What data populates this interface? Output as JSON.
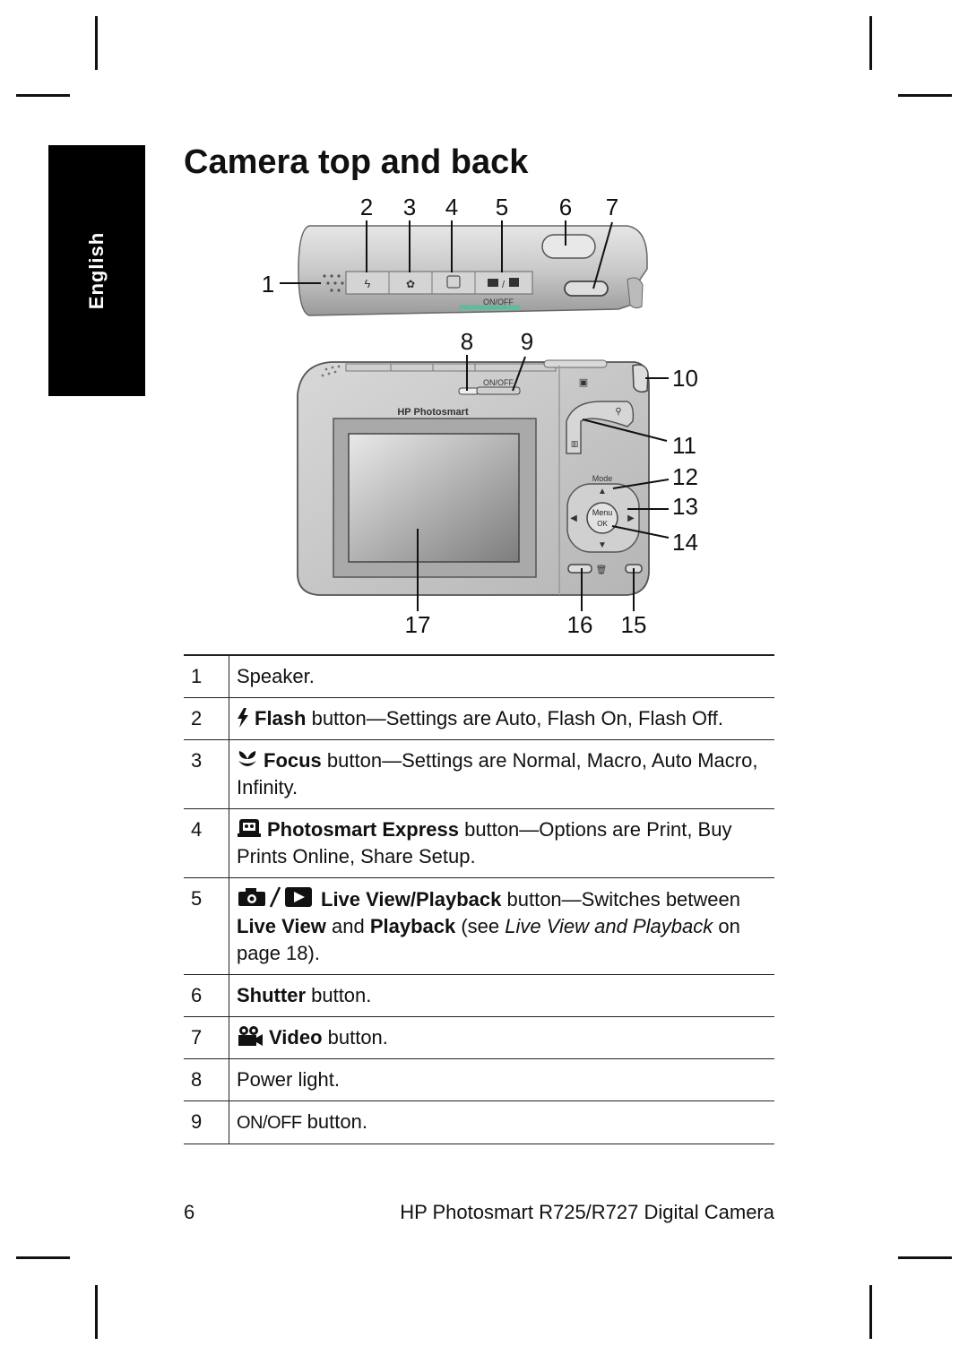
{
  "tab_label": "English",
  "title": "Camera top and back",
  "figure": {
    "callouts_top": [
      "2",
      "3",
      "4",
      "5",
      "6",
      "7"
    ],
    "callout_1": "1",
    "callouts_mid": [
      "8",
      "9"
    ],
    "callout_10": "10",
    "callouts_right": [
      "11",
      "12",
      "13",
      "14"
    ],
    "callouts_bottom": [
      "17",
      "16",
      "15"
    ],
    "print_onoff": "ON/OFF",
    "print_brand": "HP Photosmart",
    "print_mode": "Mode",
    "print_menu": "Menu",
    "print_ok": "OK"
  },
  "legend": [
    {
      "num": "1",
      "text": "Speaker."
    },
    {
      "num": "2",
      "bold": "Flash",
      "text": " button—Settings are Auto, Flash On, Flash Off."
    },
    {
      "num": "3",
      "bold": "Focus",
      "text": " button—Settings are Normal, Macro, Auto Macro, Infinity."
    },
    {
      "num": "4",
      "bold": "Photosmart Express",
      "text": " button—Options are Print, Buy Prints Online, Share Setup."
    },
    {
      "num": "5",
      "bold": "Live View/Playback",
      "text": " button—Switches between ",
      "bold2": "Live View",
      "text2": " and ",
      "bold3": "Playback",
      "text3": " (see ",
      "italic": "Live View and Playback",
      "text4": " on page 18)."
    },
    {
      "num": "6",
      "bold": "Shutter",
      "text": " button."
    },
    {
      "num": "7",
      "bold": "Video",
      "text": " button."
    },
    {
      "num": "8",
      "text": "Power light."
    },
    {
      "num": "9",
      "onoff": "ON/OFF",
      "text": " button."
    }
  ],
  "footer": {
    "page": "6",
    "product": "HP Photosmart R725/R727 Digital Camera"
  }
}
